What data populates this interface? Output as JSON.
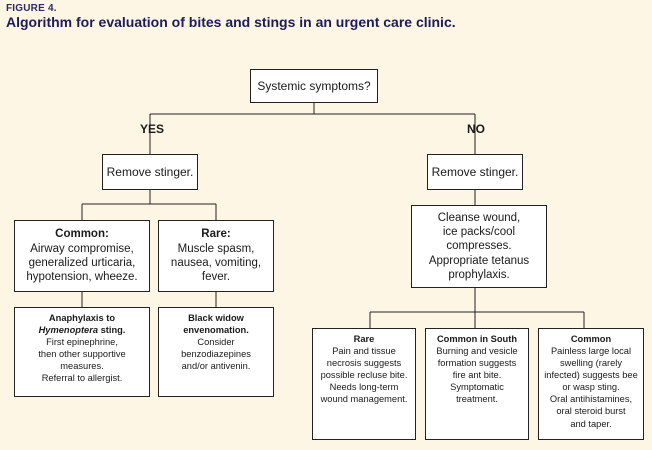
{
  "figure_label": "FIGURE 4.",
  "title": "Algorithm for evaluation of bites and stings in an urgent care clinic.",
  "root": "Systemic symptoms?",
  "yes": {
    "label": "YES",
    "stinger": "Remove stinger.",
    "common": {
      "heading": "Common:",
      "lines": [
        "Airway compromise,",
        "generalized urticaria,",
        "hypotension, wheeze."
      ]
    },
    "rare": {
      "heading": "Rare:",
      "lines": [
        "Muscle spasm,",
        "nausea, vomiting,",
        "fever."
      ]
    },
    "anaphylaxis": {
      "heading_1": "Anaphylaxis to",
      "heading_2_italic": "Hymenoptera",
      "heading_2_rest": " sting.",
      "lines": [
        "First epinephrine,",
        "then other supportive",
        "measures.",
        "Referral to allergist."
      ]
    },
    "widow": {
      "heading_1": "Black widow",
      "heading_2": "envenomation.",
      "lines": [
        "Consider",
        "benzodiazepines",
        "and/or antivenin."
      ]
    }
  },
  "no": {
    "label": "NO",
    "stinger": "Remove stinger.",
    "cleanse": {
      "lines": [
        "Cleanse wound,",
        "ice packs/cool",
        "compresses.",
        "Appropriate tetanus",
        "prophylaxis."
      ]
    },
    "rare": {
      "heading": "Rare",
      "lines": [
        "Pain and tissue",
        "necrosis suggests",
        "possible recluse bite.",
        "Needs long-term",
        "wound management."
      ]
    },
    "south": {
      "heading": "Common in South",
      "lines": [
        "Burning and vesicle",
        "formation suggests",
        "fire ant bite.",
        "Symptomatic",
        "treatment."
      ]
    },
    "common": {
      "heading": "Common",
      "lines": [
        "Painless large local",
        "swelling (rarely",
        "infected) suggests bee",
        "or wasp sting.",
        "Oral antihistamines,",
        "oral steroid burst",
        "and taper."
      ]
    }
  }
}
